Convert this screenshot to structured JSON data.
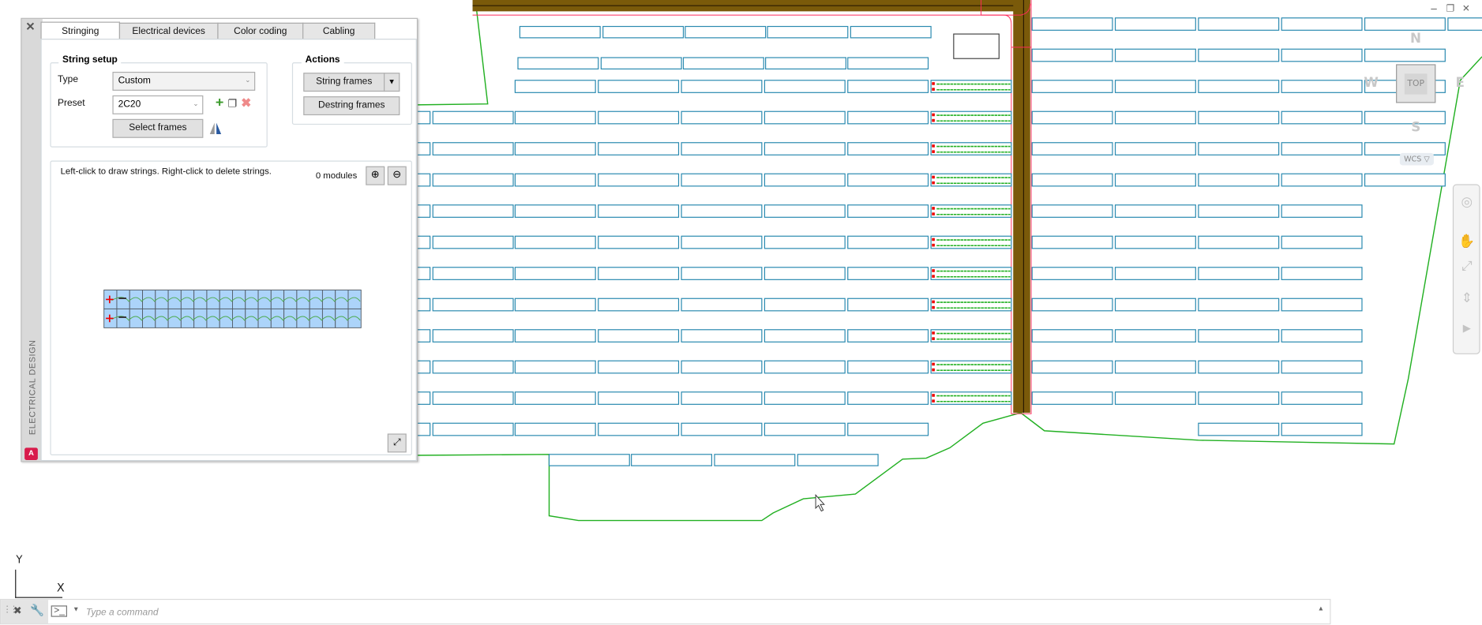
{
  "panel": {
    "title": "ELECTRICAL DESIGN",
    "close_icon": "close-icon",
    "logo_letter": "A",
    "tabs": [
      {
        "label": "Stringing",
        "active": true
      },
      {
        "label": "Electrical devices",
        "active": false
      },
      {
        "label": "Color coding",
        "active": false
      },
      {
        "label": "Cabling",
        "active": false
      }
    ],
    "string_setup": {
      "title": "String setup",
      "type_label": "Type",
      "type_value": "Custom",
      "preset_label": "Preset",
      "preset_value": "2C20",
      "select_frames_label": "Select frames"
    },
    "actions": {
      "title": "Actions",
      "string_frames_label": "String frames",
      "destring_frames_label": "Destring frames"
    },
    "canvas": {
      "instructions": "Left-click to draw strings. Right-click to delete strings.",
      "modules_count": "0 modules",
      "preview_rows": 2,
      "preview_modules_per_row": 20
    }
  },
  "viewcube": {
    "face": "TOP",
    "north": "N",
    "south": "S",
    "west": "W",
    "east": "E",
    "ucs": "WCS"
  },
  "ucs_icon": {
    "y_label": "Y",
    "x_label": "X"
  },
  "command_line": {
    "placeholder": "Type a command"
  },
  "colors": {
    "frame": "#2a8ab0",
    "boundary": "#22b022",
    "road": "#7a5a0a",
    "road_outline": "#ff2a5a",
    "accent_panel_logo": "#d81b4b"
  }
}
